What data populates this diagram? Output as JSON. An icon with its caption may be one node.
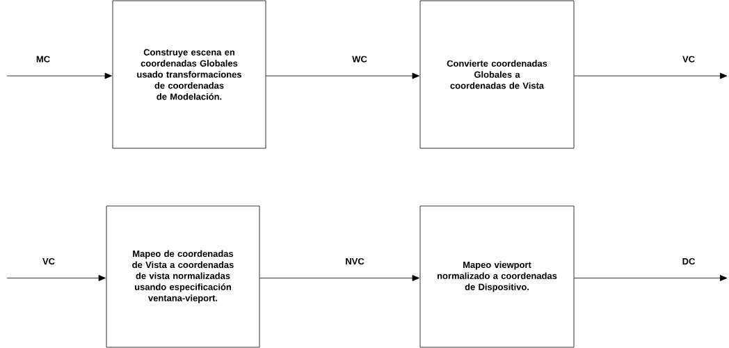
{
  "diagram": {
    "nodes": [
      {
        "text": [
          "Construye escena en coordenadas Globales usado transformaciones de coordenadas de Modelación."
        ]
      },
      {
        "text": [
          "Convierte coordenadas Globales a coordenadas de Vista"
        ]
      },
      {
        "text": [
          "Mapeo de coordenadas de Vista a coordenadas de vista normalizadas usando especificación ventana-vieport."
        ]
      },
      {
        "text": [
          "Mapeo viewport normalizado a coordenadas de Dispositivo."
        ]
      }
    ],
    "edges": [
      {
        "from": null,
        "to": 0,
        "arrow": "to",
        "label": "MC"
      },
      {
        "from": 0,
        "to": 1,
        "arrow": "to",
        "label": "WC"
      },
      {
        "from": 1,
        "to": null,
        "arrow": "to",
        "label": "VC"
      },
      {
        "from": null,
        "to": 2,
        "arrow": "to",
        "label": "VC"
      },
      {
        "from": 2,
        "to": 3,
        "arrow": "to",
        "label": "NVC"
      },
      {
        "from": 3,
        "to": null,
        "arrow": "to",
        "label": "DC"
      }
    ]
  }
}
